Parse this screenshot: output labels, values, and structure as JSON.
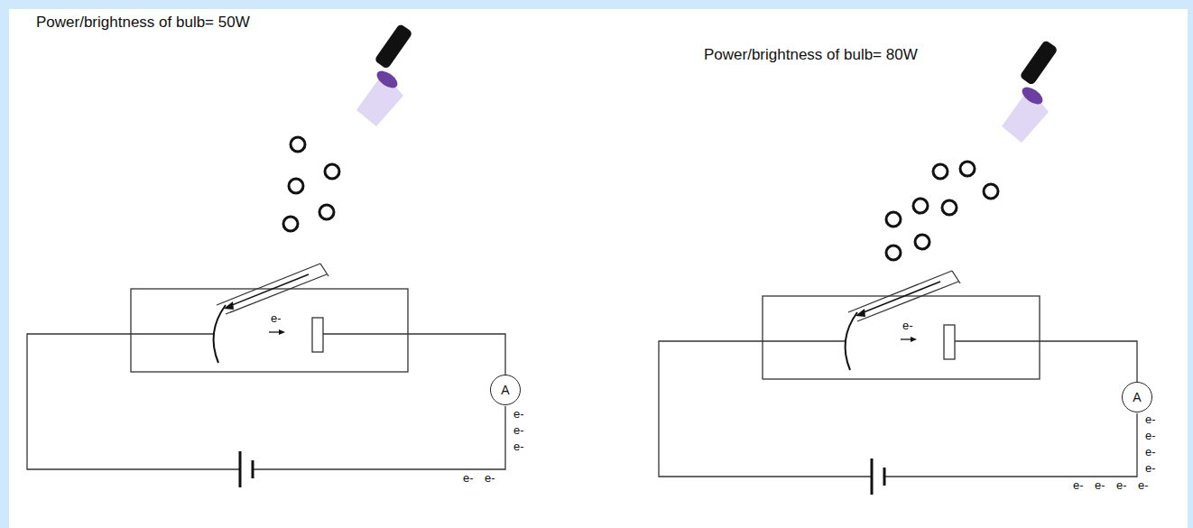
{
  "diagram": {
    "nodes": [
      {
        "text": [
          "A"
        ]
      },
      {
        "text": [
          "A"
        ]
      }
    ],
    "labels": [
      "Power/brightness of bulb= 50W",
      "e-",
      "e-",
      "e-",
      "e-",
      "e-",
      "e-",
      "Power/brightness of bulb= 80W",
      "e-",
      "e-",
      "e-",
      "e-",
      "e-",
      "e-",
      "e-",
      "e-",
      "e-"
    ]
  }
}
